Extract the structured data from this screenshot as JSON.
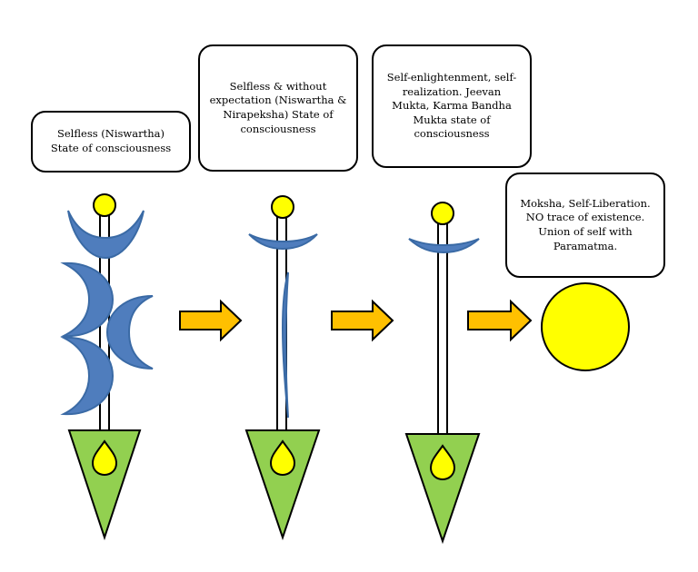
{
  "stages": [
    {
      "id": "stage-1",
      "label": "Selfless (Niswartha) State of consciousness"
    },
    {
      "id": "stage-2",
      "label": "Selfless & without expectation (Niswartha & Nirapeksha) State of consciousness"
    },
    {
      "id": "stage-3",
      "label": "Self-enlightenment, self-realization. Jeevan Mukta, Karma Bandha Mukta state of consciousness"
    },
    {
      "id": "stage-4",
      "label": "Moksha, Self-Liberation. NO trace of existence. Union of self with Paramatma."
    }
  ],
  "colors": {
    "crescent": "#4f7dbd",
    "crescent_stroke": "#3a6aa5",
    "yellow": "#ffff00",
    "triangle": "#92d050",
    "arrow": "#ffc000",
    "outline": "#000000"
  },
  "icons": {
    "top_knob": "yellow-circle",
    "base": "green-triangle-with-yellow-drop",
    "arrow": "orange-right-arrow",
    "final": "yellow-sun-circle"
  }
}
